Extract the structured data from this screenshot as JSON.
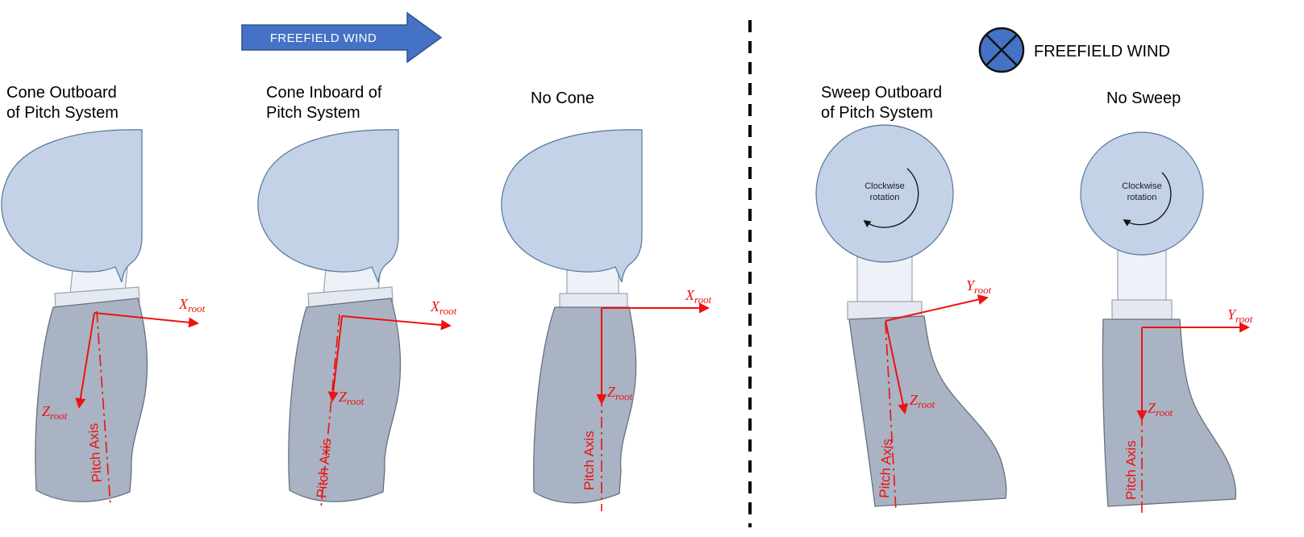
{
  "header": {
    "wind_arrow_label": "FREEFIELD WIND",
    "wind_into_page_label": "FREEFIELD WIND"
  },
  "colors": {
    "blade_light_blue": "#c3d2e7",
    "blade_root_gray": "#a9b3c3",
    "cylinder_light": "#eef1f7",
    "axis_red": "#ee1111",
    "wind_blue": "#4472c4",
    "wind_blue_stroke": "#2f528f"
  },
  "panels": [
    {
      "title_line1": "Cone Outboard",
      "title_line2": "of Pitch System",
      "pitch_axis_label": "Pitch Axis",
      "x_symbol": "X",
      "x_sub": "root",
      "z_symbol": "Z",
      "z_sub": "root"
    },
    {
      "title_line1": "Cone Inboard of",
      "title_line2": "Pitch System",
      "pitch_axis_label": "Pitch Axis",
      "x_symbol": "X",
      "x_sub": "root",
      "z_symbol": "Z",
      "z_sub": "root"
    },
    {
      "title_line1": "No Cone",
      "pitch_axis_label": "Pitch Axis",
      "x_symbol": "X",
      "x_sub": "root",
      "z_symbol": "Z",
      "z_sub": "root"
    },
    {
      "title_line1": "Sweep Outboard",
      "title_line2": "of Pitch System",
      "pitch_axis_label": "Pitch Axis",
      "rotation_line1": "Clockwise",
      "rotation_line2": "rotation",
      "y_symbol": "Y",
      "y_sub": "root",
      "z_symbol": "Z",
      "z_sub": "root"
    },
    {
      "title_line1": "No Sweep",
      "pitch_axis_label": "Pitch Axis",
      "rotation_line1": "Clockwise",
      "rotation_line2": "rotation",
      "y_symbol": "Y",
      "y_sub": "root",
      "z_symbol": "Z",
      "z_sub": "root"
    }
  ]
}
